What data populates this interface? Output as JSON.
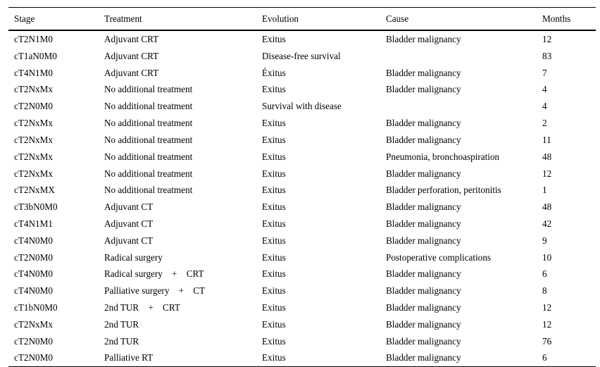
{
  "table": {
    "columns": [
      {
        "key": "stage",
        "label": "Stage"
      },
      {
        "key": "treatment",
        "label": "Treatment"
      },
      {
        "key": "evolution",
        "label": "Evolution"
      },
      {
        "key": "cause",
        "label": "Cause"
      },
      {
        "key": "months",
        "label": "Months"
      }
    ],
    "rows": [
      {
        "stage": "cT2N1M0",
        "treatment": "Adjuvant CRT",
        "evolution": "Exitus",
        "cause": "Bladder malignancy",
        "months": "12"
      },
      {
        "stage": "cT1aN0M0",
        "treatment": "Adjuvant CRT",
        "evolution": "Disease-free survival",
        "cause": "",
        "months": "83"
      },
      {
        "stage": "cT4N1M0",
        "treatment": "Adjuvant CRT",
        "evolution": "Éxitus",
        "cause": "Bladder malignancy",
        "months": "7"
      },
      {
        "stage": "cT2NxMx",
        "treatment": "No additional treatment",
        "evolution": "Exitus",
        "cause": "Bladder malignancy",
        "months": "4"
      },
      {
        "stage": "cT2N0M0",
        "treatment": "No additional treatment",
        "evolution": "Survival with disease",
        "cause": "",
        "months": "4"
      },
      {
        "stage": "cT2NxMx",
        "treatment": "No additional treatment",
        "evolution": "Exitus",
        "cause": "Bladder malignancy",
        "months": "2"
      },
      {
        "stage": "cT2NxMx",
        "treatment": "No additional treatment",
        "evolution": "Exitus",
        "cause": "Bladder malignancy",
        "months": "11"
      },
      {
        "stage": "cT2NxMx",
        "treatment": "No additional treatment",
        "evolution": "Exitus",
        "cause": "Pneumonia, bronchoaspiration",
        "months": "48"
      },
      {
        "stage": "cT2NxMx",
        "treatment": "No additional treatment",
        "evolution": "Exitus",
        "cause": "Bladder malignancy",
        "months": "12"
      },
      {
        "stage": "cT2NxMX",
        "treatment": "No additional treatment",
        "evolution": "Exitus",
        "cause": "Bladder perforation, peritonitis",
        "months": "1"
      },
      {
        "stage": "cT3bN0M0",
        "treatment": "Adjuvant CT",
        "evolution": "Exitus",
        "cause": "Bladder malignancy",
        "months": "48"
      },
      {
        "stage": "cT4N1M1",
        "treatment": "Adjuvant CT",
        "evolution": "Exitus",
        "cause": "Bladder malignancy",
        "months": "42"
      },
      {
        "stage": "cT4N0M0",
        "treatment": "Adjuvant CT",
        "evolution": "Exitus",
        "cause": "Bladder malignancy",
        "months": "9"
      },
      {
        "stage": "cT2N0M0",
        "treatment": "Radical surgery",
        "evolution": "Exitus",
        "cause": "Postoperative complications",
        "months": "10"
      },
      {
        "stage": "cT4N0M0",
        "treatment": "Radical surgery    +    CRT",
        "evolution": "Exitus",
        "cause": "Bladder malignancy",
        "months": "6"
      },
      {
        "stage": "cT4N0M0",
        "treatment": "Palliative surgery    +    CT",
        "evolution": "Exitus",
        "cause": "Bladder malignancy",
        "months": "8"
      },
      {
        "stage": "cT1bN0M0",
        "treatment": "2nd TUR    +    CRT",
        "evolution": "Exitus",
        "cause": "Bladder malignancy",
        "months": "12"
      },
      {
        "stage": "cT2NxMx",
        "treatment": "2nd TUR",
        "evolution": "Exitus",
        "cause": "Bladder malignancy",
        "months": "12"
      },
      {
        "stage": "cT2N0M0",
        "treatment": "2nd TUR",
        "evolution": "Exitus",
        "cause": "Bladder malignancy",
        "months": "76"
      },
      {
        "stage": "cT2N0M0",
        "treatment": "Palliative RT",
        "evolution": "Exitus",
        "cause": "Bladder malignancy",
        "months": "6"
      }
    ]
  }
}
